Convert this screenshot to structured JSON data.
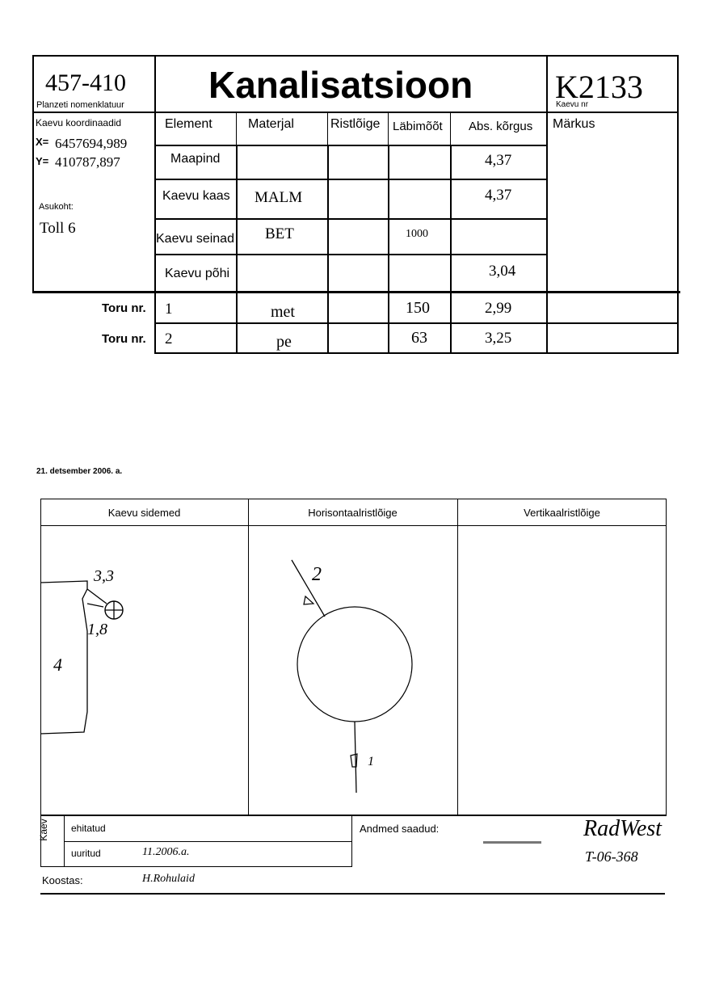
{
  "header": {
    "nomenclature_value": "457-410",
    "nomenclature_label": "Planzeti nomenklatuur",
    "title": "Kanalisatsioon",
    "well_number_value": "K2133",
    "well_number_label": "Kaevu nr"
  },
  "location": {
    "coords_label": "Kaevu koordinaadid",
    "x_label": "X=",
    "x_value": "6457694,989",
    "y_label": "Y=",
    "y_value": "410787,897",
    "place_label": "Asukoht:",
    "place_value": "Toll 6"
  },
  "table": {
    "columns": [
      "Element",
      "Materjal",
      "Ristlõige",
      "Läbimõõt",
      "Abs. kõrgus",
      "Märkus"
    ],
    "rows": [
      {
        "element": "Maapind",
        "material": "",
        "cross": "",
        "diameter": "",
        "height": "4,37"
      },
      {
        "element": "Kaevu kaas",
        "material": "MALM",
        "cross": "",
        "diameter": "",
        "height": "4,37"
      },
      {
        "element": "Kaevu seinad",
        "material": "BET",
        "cross": "",
        "diameter": "1000",
        "height": ""
      },
      {
        "element": "Kaevu põhi",
        "material": "",
        "cross": "",
        "diameter": "",
        "height": "3,04"
      }
    ],
    "pipes": [
      {
        "label": "Toru nr.",
        "number": "1",
        "material": "met",
        "cross": "",
        "diameter": "150",
        "height": "2,99"
      },
      {
        "label": "Toru nr.",
        "number": "2",
        "material": "pe",
        "cross": "",
        "diameter": "63",
        "height": "3,25"
      }
    ]
  },
  "date": "21. detsember 2006. a.",
  "sketch": {
    "headers": [
      "Kaevu sidemed",
      "Horisontaalristlõige",
      "Vertikaalristlõige"
    ],
    "handwritten": {
      "dist_top": "3,3",
      "dist_side": "1,8",
      "wall_len": "4",
      "pipe_2": "2",
      "pipe_1": "1"
    }
  },
  "footer": {
    "side_label": "Kaev",
    "built_label": "ehitatud",
    "surveyed_label": "uuritud",
    "surveyed_value": "11.2006.a.",
    "data_received_label": "Andmed saadud:",
    "signature_text": "RadWest",
    "signature_code": "T-06-368",
    "author_label": "Koostas:",
    "author_value": "H.Rohulaid"
  }
}
